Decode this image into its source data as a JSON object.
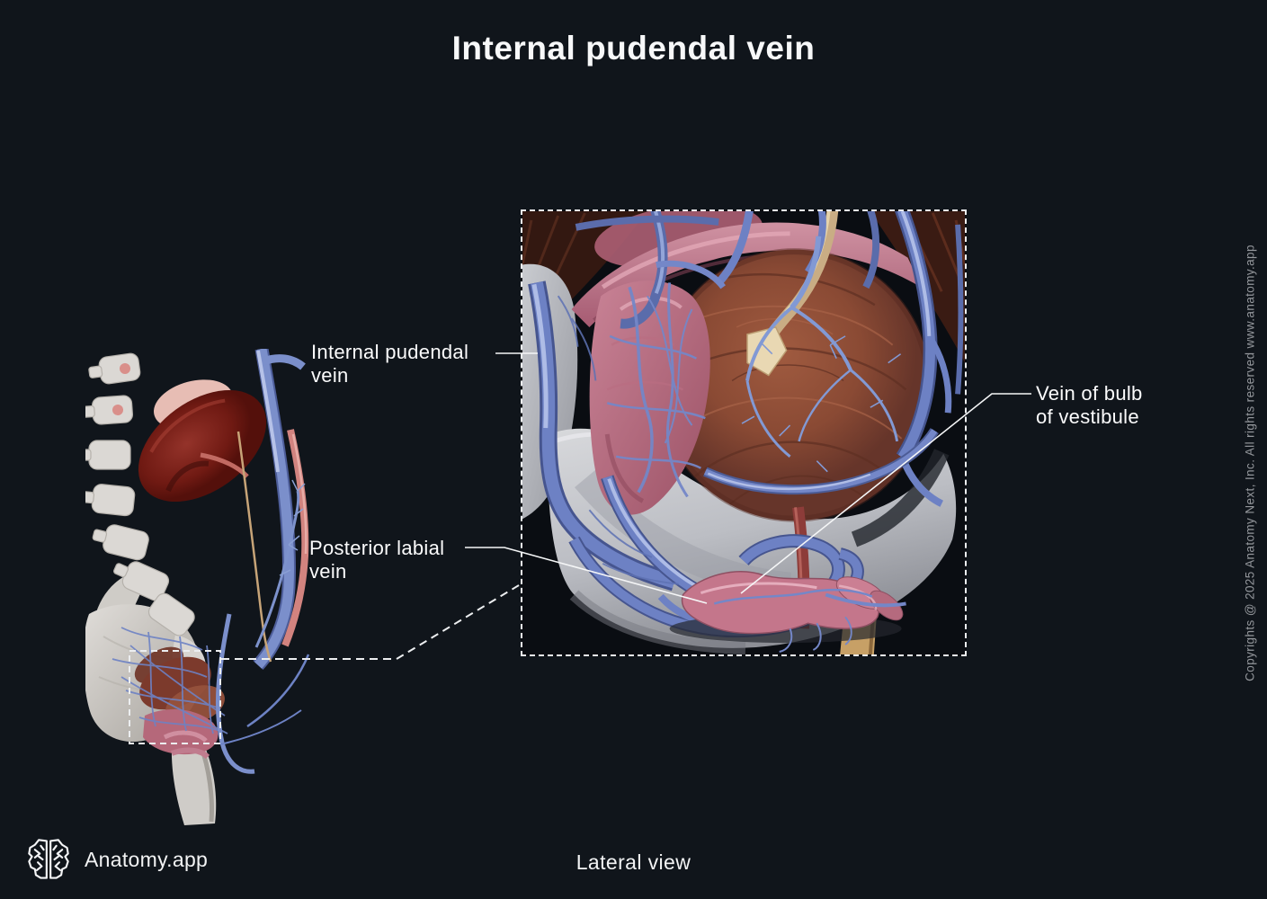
{
  "page": {
    "title": "Internal pudendal vein",
    "caption": "Lateral view",
    "background": "#10151b"
  },
  "brand": {
    "name": "Anatomy.app",
    "logo_icon": "brain-logo-icon"
  },
  "copyright": "Copyrights @ 2025 Anatomy Next, Inc. All rights reserved www.anatomy.app",
  "labels": {
    "internal_pudendal_vein": "Internal pudendal\nvein",
    "posterior_labial_vein": "Posterior labial\nvein",
    "vein_of_bulb_of_vestibule": "Vein of bulb\nof vestibule"
  },
  "colors": {
    "background": "#10151b",
    "label_text": "#fbfbfc",
    "leader_line": "#f5f6f7",
    "dashed_line": "#eceef0",
    "vein_blue": "#6f84c6",
    "vein_highlight": "#aebce6",
    "bone_gray": "#c6c8cd",
    "muscle_pink": "#b5677d",
    "bladder_brown": "#8a4c38",
    "kidney_red": "#7c241c",
    "nerve_tan": "#c9ad84",
    "copyright_text": "#94979c"
  }
}
